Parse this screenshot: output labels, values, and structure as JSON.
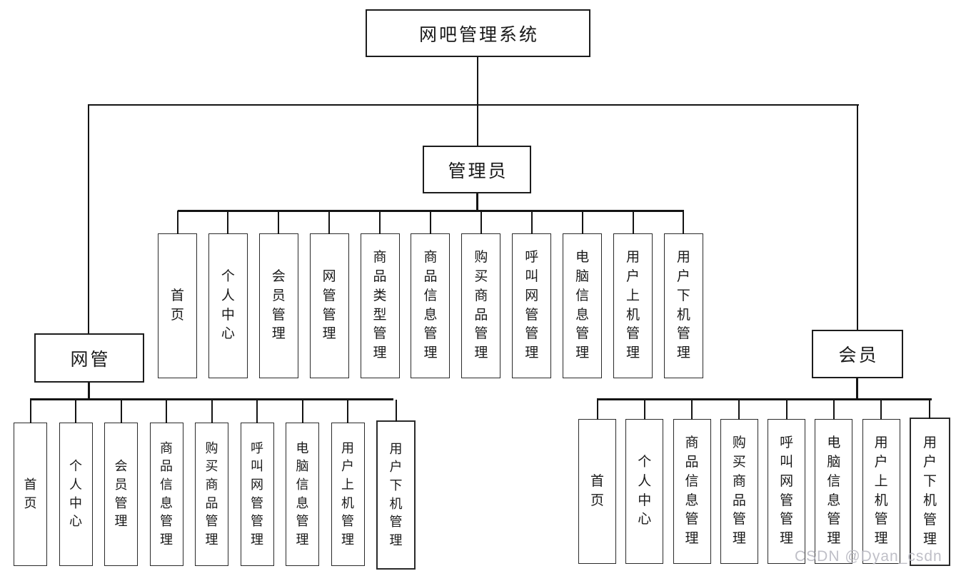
{
  "watermark": "CSDN @Dyan_csdn",
  "colors": {
    "line": "#141414",
    "box_border": "#1c1c1c",
    "watermark": "#b9b9c2",
    "background": "#ffffff"
  },
  "nodes": {
    "root": {
      "label": "网吧管理系统"
    },
    "admin": {
      "label": "管理员",
      "children": [
        "首页",
        "个人中心",
        "会员管理",
        "网管管理",
        "商品类型管理",
        "商品信息管理",
        "购买商品管理",
        "呼叫网管管理",
        "电脑信息管理",
        "用户上机管理",
        "用户下机管理"
      ]
    },
    "netadmin": {
      "label": "网管",
      "children": [
        "首页",
        "个人中心",
        "会员管理",
        "商品信息管理",
        "购买商品管理",
        "呼叫网管管理",
        "电脑信息管理",
        "用户上机管理",
        "用户下机管理"
      ]
    },
    "member": {
      "label": "会员",
      "children": [
        "首页",
        "个人中心",
        "商品信息管理",
        "购买商品管理",
        "呼叫网管管理",
        "电脑信息管理",
        "用户上机管理",
        "用户下机管理"
      ]
    }
  }
}
